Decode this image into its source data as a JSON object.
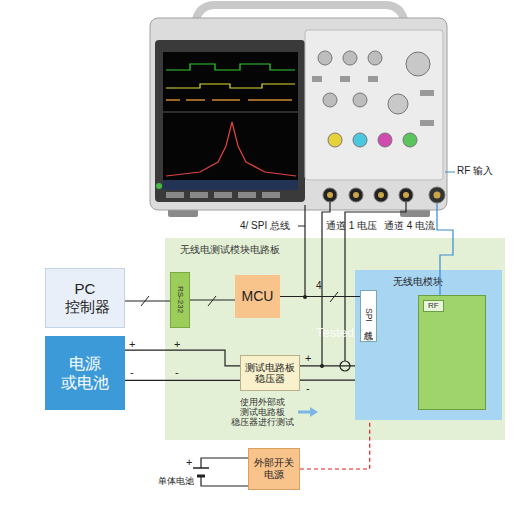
{
  "diagram": {
    "nodes": [
      {
        "text": [
          "PC 控制器"
        ]
      },
      {
        "text": [
          "电源 或电池"
        ]
      },
      {
        "text": [
          "无线电测试模块电路板"
        ]
      },
      {
        "text": [
          "RS-232"
        ],
        "in": 2
      },
      {
        "text": [
          "MCU"
        ],
        "in": 2
      },
      {
        "text": [
          "测试电路板 稳压器"
        ],
        "in": 2
      },
      {
        "text": [
          "无线电模块"
        ],
        "in": 2
      },
      {
        "text": [
          "SPI 总线"
        ],
        "in": 6
      },
      {
        "text": [
          "RF"
        ],
        "in": 6
      },
      {
        "text": [
          "外部开关 电源"
        ]
      }
    ],
    "edges": [
      {
        "from": 0,
        "to": 3,
        "arrow": "none"
      },
      {
        "from": 3,
        "to": 4,
        "arrow": "none"
      },
      {
        "from": 4,
        "to": 7,
        "label": "4",
        "arrow": "none"
      },
      {
        "from": 1,
        "to": 5,
        "arrow": "none"
      },
      {
        "from": 1,
        "to": 5,
        "arrow": "none"
      },
      {
        "from": 5,
        "to": 6,
        "arrow": "none"
      },
      {
        "from": 5,
        "to": 6,
        "arrow": "none"
      },
      {
        "from": 9,
        "to": 6,
        "arrow": "none"
      }
    ],
    "labels": [
      "RF 输入",
      "4/ SPI 总线",
      "通道 1 电压",
      "通道 4 电流",
      "Tested",
      "使用外部或 测试电路板 稳压器进行测试",
      "单体电池",
      "+",
      "+",
      "-",
      "-",
      "+",
      "-",
      "+",
      "-"
    ]
  }
}
